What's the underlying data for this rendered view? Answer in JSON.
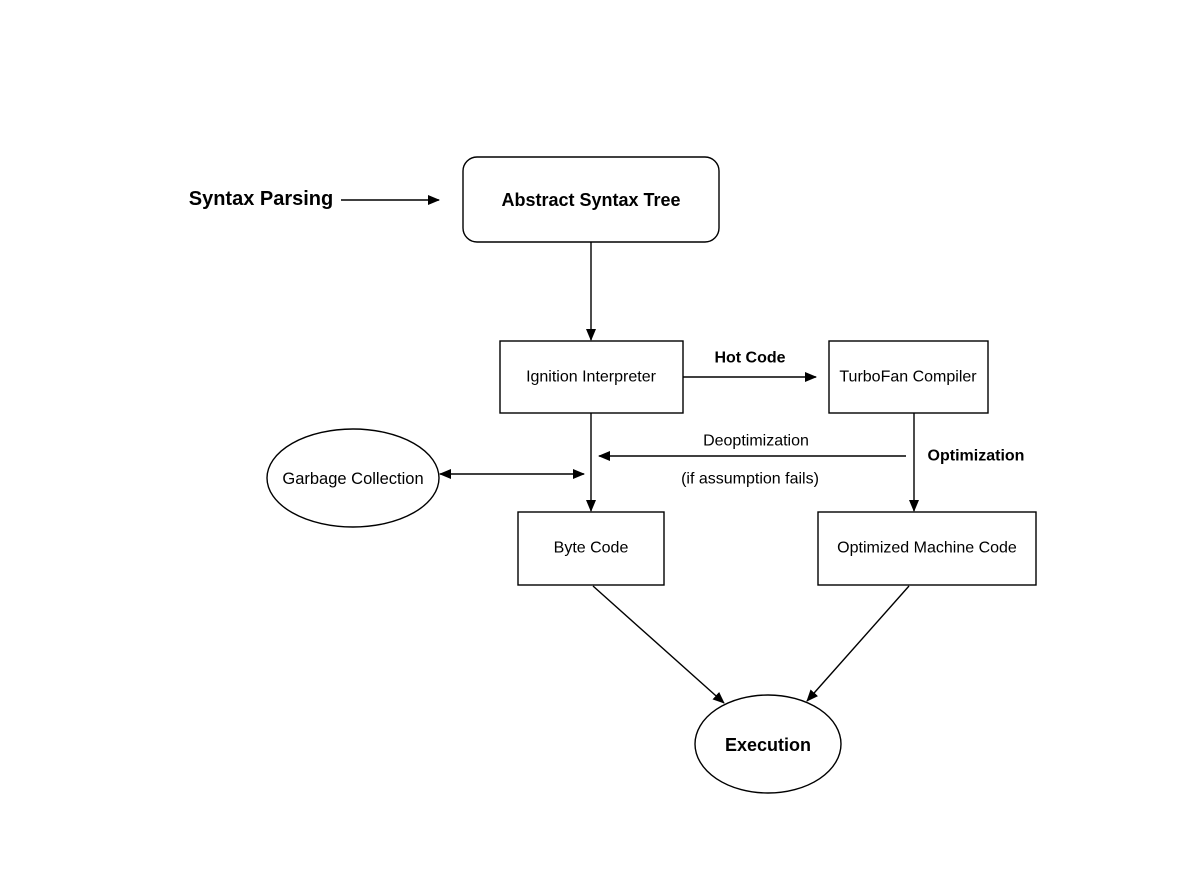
{
  "diagram": {
    "nodes": {
      "syntax_parsing": "Syntax Parsing",
      "ast": "Abstract Syntax Tree",
      "ignition": "Ignition Interpreter",
      "turbofan": "TurboFan Compiler",
      "garbage_collection": "Garbage Collection",
      "byte_code": "Byte Code",
      "optimized_machine_code": "Optimized Machine Code",
      "execution": "Execution"
    },
    "edge_labels": {
      "hot_code": "Hot Code",
      "deoptimization": "Deoptimization",
      "assumption_fails": "(if assumption fails)",
      "optimization": "Optimization"
    }
  }
}
